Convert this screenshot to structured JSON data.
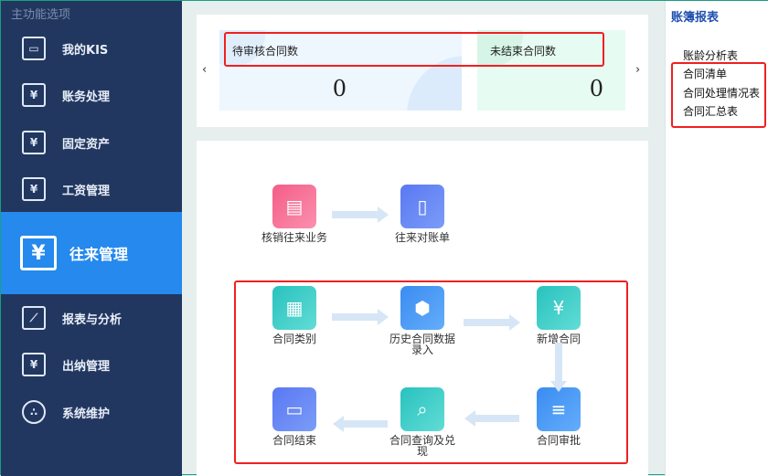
{
  "sidebar": {
    "title": "主功能选项",
    "items": [
      {
        "label": "我的KIS",
        "icon": "monitor-icon"
      },
      {
        "label": "账务处理",
        "icon": "yen-hexagon-icon"
      },
      {
        "label": "固定资产",
        "icon": "yen-house-icon"
      },
      {
        "label": "工资管理",
        "icon": "yen-book-icon"
      },
      {
        "label": "往来管理",
        "icon": "yen-box-icon",
        "active": true
      },
      {
        "label": "报表与分析",
        "icon": "presentation-chart-icon"
      },
      {
        "label": "出纳管理",
        "icon": "yen-receipt-icon"
      },
      {
        "label": "系统维护",
        "icon": "network-icon"
      }
    ]
  },
  "stats": [
    {
      "label": "待审核合同数",
      "value": "0"
    },
    {
      "label": "未结束合同数",
      "value": "0"
    }
  ],
  "flow": {
    "row1": [
      {
        "label": "核销往来业务",
        "color": "#f46d94"
      },
      {
        "label": "往来对账单",
        "color": "#6b87f5"
      }
    ],
    "contract": [
      {
        "label": "合同类别",
        "color": "#3cc9c4"
      },
      {
        "label": "历史合同数据录入",
        "color": "#4b9cf5"
      },
      {
        "label": "新增合同",
        "color": "#3cc9c4"
      },
      {
        "label": "合同审批",
        "color": "#4b9cf5"
      },
      {
        "label": "合同查询及兑现",
        "color": "#3cc9c4"
      },
      {
        "label": "合同结束",
        "color": "#6b87f5"
      }
    ]
  },
  "right": {
    "title": "账簿报表",
    "items": [
      "账龄分析表",
      "合同清单",
      "合同处理情况表",
      "合同汇总表"
    ]
  },
  "colors": {
    "sidebar": "#22375f",
    "active": "#2589ed",
    "highlight": "#f02020"
  }
}
